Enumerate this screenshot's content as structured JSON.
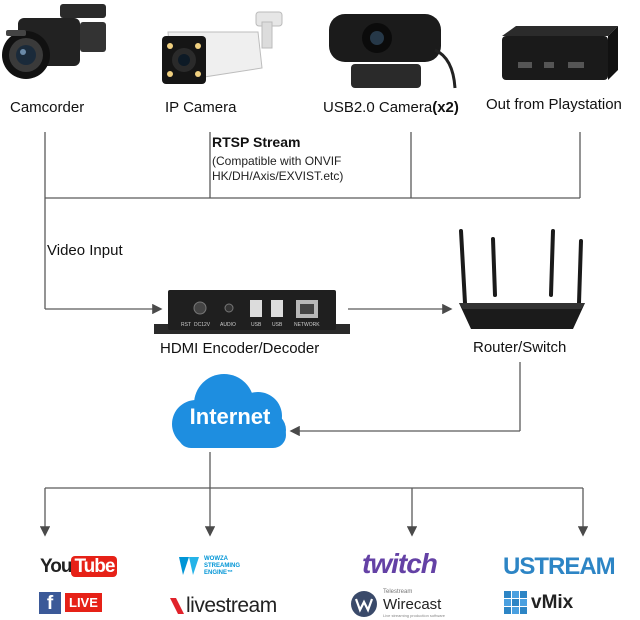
{
  "devices": {
    "camcorder": "Camcorder",
    "ip_camera": "IP Camera",
    "usb_camera": {
      "text": "USB2.0 Camera",
      "qty": "(x2)"
    },
    "playstation": "Out from Playstation"
  },
  "rtsp": {
    "title": "RTSP Stream",
    "note_line1": "(Compatible with ONVIF",
    "note_line2": "HK/DH/Axis/EXVIST.etc)"
  },
  "video_input": "Video Input",
  "encoder": {
    "label": "HDMI Encoder/Decoder",
    "ports": [
      "RST",
      "DC12V",
      "AUDIO",
      "USB",
      "USB",
      "NETWORK"
    ]
  },
  "router": {
    "label": "Router/Switch"
  },
  "internet": "Internet",
  "platforms": {
    "youtube": {
      "you": "You",
      "tube": "Tube"
    },
    "facebook_live": "LIVE",
    "wowza": {
      "line1": "WOWZA",
      "line2": "STREAMING",
      "line3": "ENGINE™"
    },
    "livestream": "livestream",
    "twitch": "twitch",
    "wirecast": {
      "small": "Telestream",
      "main": "Wirecast",
      "tag": "Live streaming production software"
    },
    "ustream": "USTREAM",
    "vmix": "vMix"
  },
  "colors": {
    "line": "#5a5a5a",
    "youtube_red": "#e62117",
    "facebook_blue": "#3b5998",
    "twitch_purple": "#6441a5",
    "ustream_blue": "#2d85c5",
    "internet_blue": "#1e8ee0",
    "wowza_blue": "#0095d6",
    "livestream_red": "#e0232b"
  }
}
